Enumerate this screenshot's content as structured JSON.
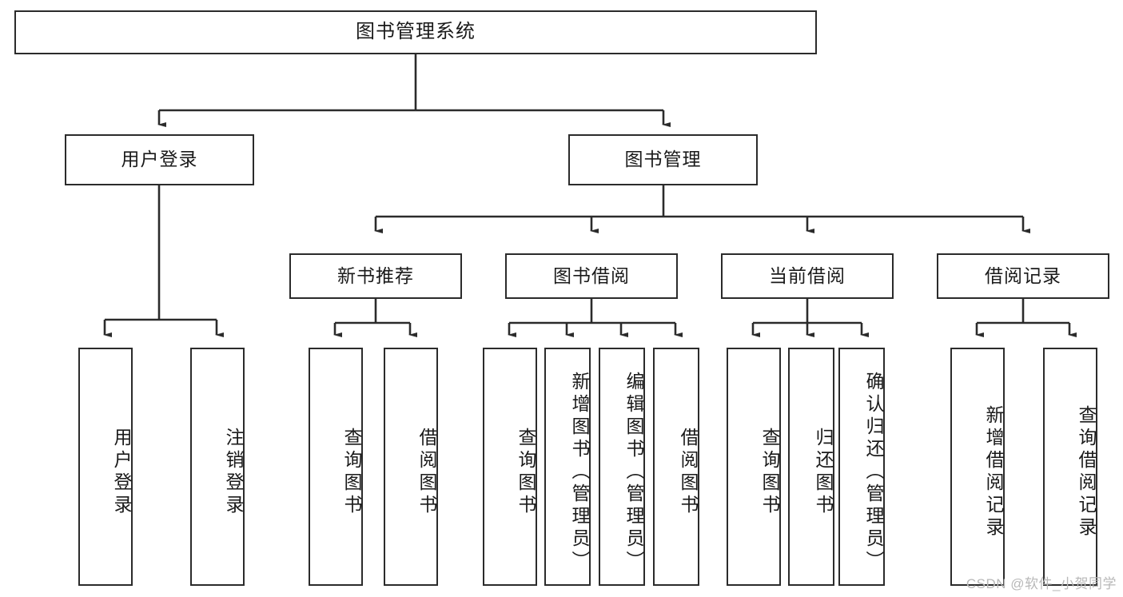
{
  "diagram": {
    "type": "tree-hierarchy-chart",
    "title": "图书管理系统",
    "watermark": "CSDN @软件_小贺同学",
    "line_color": "#2b2b2b",
    "background": "#ffffff",
    "text_color": "#1a1a1a"
  },
  "nodes": {
    "root": {
      "label": "图书管理系统",
      "level": 1
    },
    "level2": [
      {
        "id": "user-login",
        "label": "用户登录"
      },
      {
        "id": "book-management",
        "label": "图书管理"
      }
    ],
    "level3": [
      {
        "id": "new-book-recommend",
        "label": "新书推荐"
      },
      {
        "id": "book-borrow",
        "label": "图书借阅"
      },
      {
        "id": "current-borrow",
        "label": "当前借阅"
      },
      {
        "id": "borrow-record",
        "label": "借阅记录"
      }
    ],
    "leaves": {
      "user_login": [
        {
          "id": "leaf-user-login",
          "label": "用户登录"
        },
        {
          "id": "leaf-logout-login",
          "label": "注销登录"
        }
      ],
      "new_book_recommend": [
        {
          "id": "leaf-query-book-1",
          "label": "查询图书"
        },
        {
          "id": "leaf-borrow-book-1",
          "label": "借阅图书"
        }
      ],
      "book_borrow": [
        {
          "id": "leaf-query-book-2",
          "label": "查询图书"
        },
        {
          "id": "leaf-add-book",
          "label": "新增图书（管理员）"
        },
        {
          "id": "leaf-edit-book",
          "label": "编辑图书（管理员）"
        },
        {
          "id": "leaf-borrow-book-2",
          "label": "借阅图书"
        }
      ],
      "current_borrow": [
        {
          "id": "leaf-query-book-3",
          "label": "查询图书"
        },
        {
          "id": "leaf-return-book",
          "label": "归还图书"
        },
        {
          "id": "leaf-confirm-return",
          "label": "确认归还（管理员）"
        }
      ],
      "borrow_record": [
        {
          "id": "leaf-add-record",
          "label": "新增借阅记录"
        },
        {
          "id": "leaf-query-record",
          "label": "查询借阅记录"
        }
      ]
    }
  }
}
